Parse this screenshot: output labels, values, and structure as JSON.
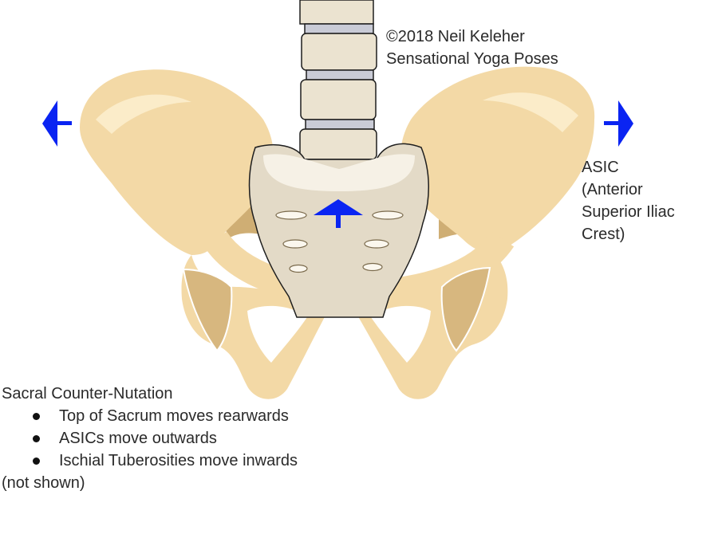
{
  "copyright": {
    "line1": "©2018 Neil Keleher",
    "line2": "Sensational Yoga Poses"
  },
  "asic_label": {
    "line1": "ASIC",
    "line2": "(Anterior",
    "line3": "Superior Iliac",
    "line4": "Crest)"
  },
  "caption": {
    "title": "Sacral Counter-Nutation",
    "bullets": [
      "Top of Sacrum moves rearwards",
      "ASICs move outwards",
      "Ischial Tuberosities move inwards"
    ],
    "note": "(not shown)"
  },
  "colors": {
    "bone": "#f3d9a6",
    "bone_shadow": "#e7c48a",
    "bone_dark": "#cfae74",
    "sacrum": "#e3dac7",
    "vertebra": "#ebe3d0",
    "disc": "#c9cbd6",
    "arrow": "#0a24f2",
    "outline": "#1e1e1e"
  },
  "icons": {
    "left_arrow": "arrow-left-icon",
    "right_arrow": "arrow-right-icon",
    "up_arrow": "arrow-up-icon"
  }
}
